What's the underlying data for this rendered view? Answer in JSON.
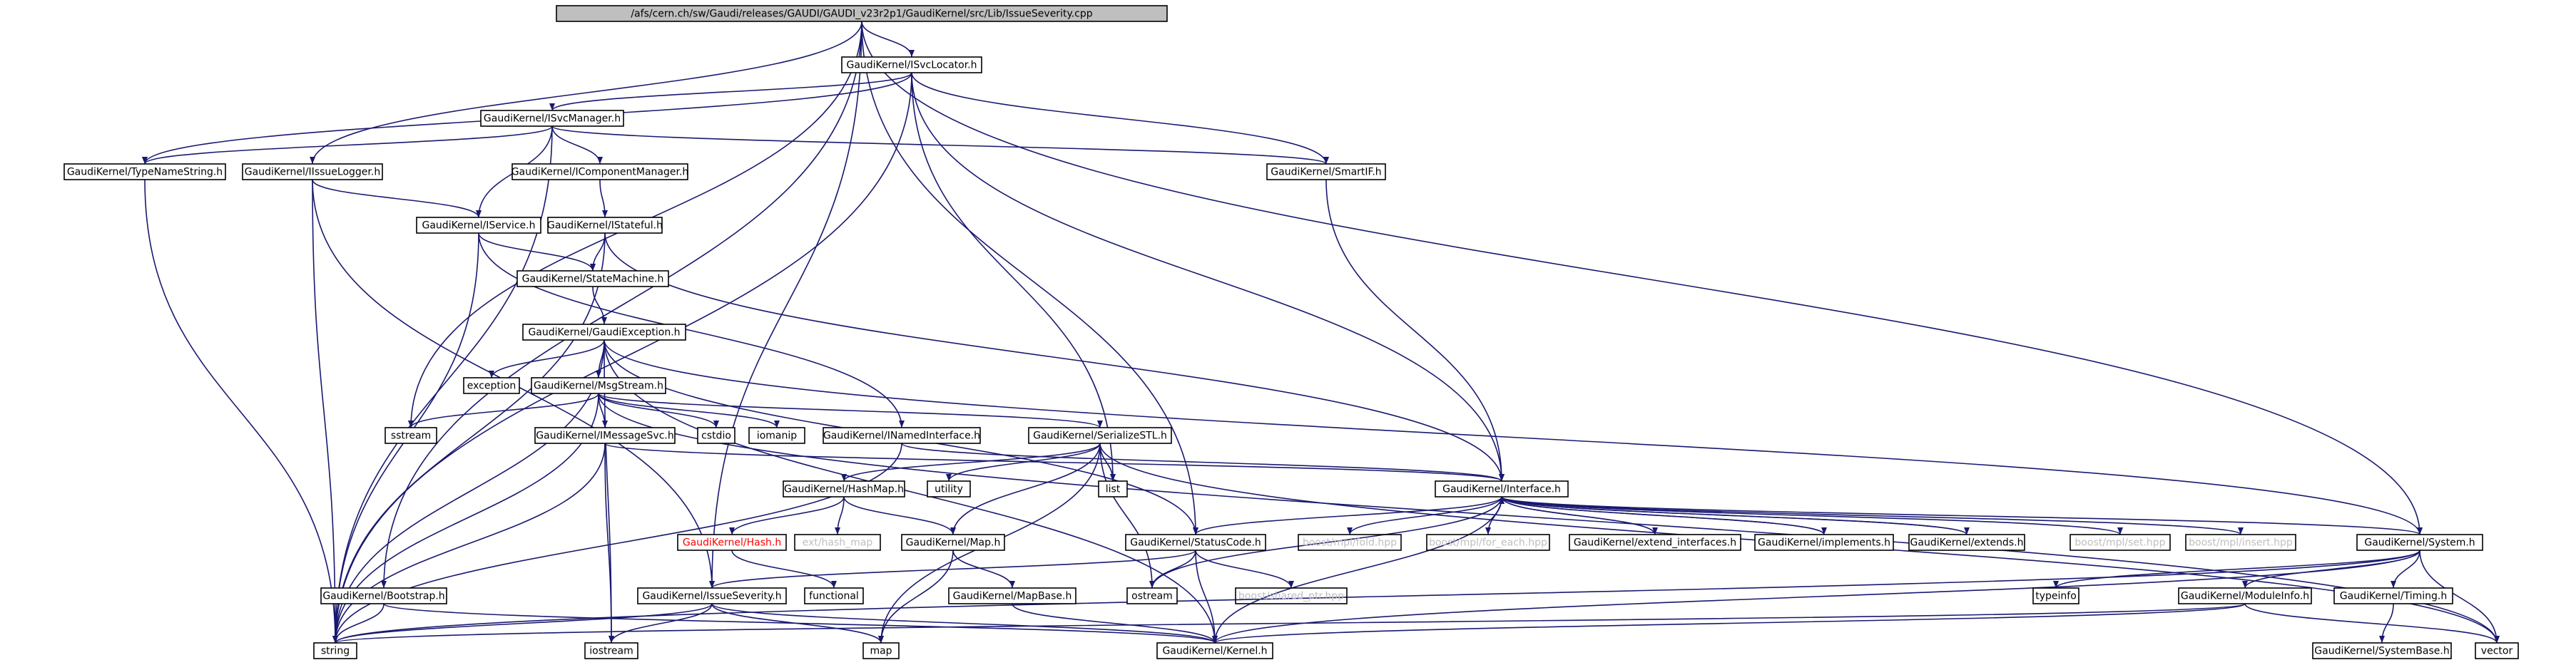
{
  "colors": {
    "edge": "#191970",
    "root_fill": "#bfbfbf",
    "node_fill": "#ffffff",
    "node_border": "#000000",
    "text": "#000000",
    "missing_text": "#bfbfbf",
    "undocumented_text": "#ff0000"
  },
  "nodes": [
    {
      "id": "root",
      "label": "/afs/cern.ch/sw/Gaudi/releases/GAUDI/GAUDI_v23r2p1/GaudiKernel/src/Lib/IssueSeverity.cpp",
      "style": "root"
    },
    {
      "id": "isvclocator",
      "label": "GaudiKernel/ISvcLocator.h",
      "style": "box"
    },
    {
      "id": "isvcmanager",
      "label": "GaudiKernel/ISvcManager.h",
      "style": "box"
    },
    {
      "id": "typenamestring",
      "label": "GaudiKernel/TypeNameString.h",
      "style": "box"
    },
    {
      "id": "iissuelogger",
      "label": "GaudiKernel/IIssueLogger.h",
      "style": "box"
    },
    {
      "id": "icomponentmanager",
      "label": "GaudiKernel/IComponentManager.h",
      "style": "box"
    },
    {
      "id": "smartif",
      "label": "GaudiKernel/SmartIF.h",
      "style": "box"
    },
    {
      "id": "iservice",
      "label": "GaudiKernel/IService.h",
      "style": "box"
    },
    {
      "id": "istateful",
      "label": "GaudiKernel/IStateful.h",
      "style": "box"
    },
    {
      "id": "statemachine",
      "label": "GaudiKernel/StateMachine.h",
      "style": "box"
    },
    {
      "id": "gaudiexception",
      "label": "GaudiKernel/GaudiException.h",
      "style": "box"
    },
    {
      "id": "exception",
      "label": "exception",
      "style": "box"
    },
    {
      "id": "msgstream",
      "label": "GaudiKernel/MsgStream.h",
      "style": "box"
    },
    {
      "id": "sstream",
      "label": "sstream",
      "style": "box"
    },
    {
      "id": "imessagesvc",
      "label": "GaudiKernel/IMessageSvc.h",
      "style": "box"
    },
    {
      "id": "cstdio",
      "label": "cstdio",
      "style": "box"
    },
    {
      "id": "iomanip",
      "label": "iomanip",
      "style": "box"
    },
    {
      "id": "inamedinterface",
      "label": "GaudiKernel/INamedInterface.h",
      "style": "box"
    },
    {
      "id": "serializestl",
      "label": "GaudiKernel/SerializeSTL.h",
      "style": "box"
    },
    {
      "id": "hashmap",
      "label": "GaudiKernel/HashMap.h",
      "style": "box"
    },
    {
      "id": "utility",
      "label": "utility",
      "style": "box"
    },
    {
      "id": "list",
      "label": "list",
      "style": "box"
    },
    {
      "id": "interface",
      "label": "GaudiKernel/Interface.h",
      "style": "box"
    },
    {
      "id": "hash",
      "label": "GaudiKernel/Hash.h",
      "style": "undocumented"
    },
    {
      "id": "exthashmap",
      "label": "ext/hash_map",
      "style": "missing"
    },
    {
      "id": "map_h",
      "label": "GaudiKernel/Map.h",
      "style": "box"
    },
    {
      "id": "statuscode",
      "label": "GaudiKernel/StatusCode.h",
      "style": "box"
    },
    {
      "id": "mplfold",
      "label": "boost/mpl/fold.hpp",
      "style": "missing"
    },
    {
      "id": "mplforeach",
      "label": "boost/mpl/for_each.hpp",
      "style": "missing"
    },
    {
      "id": "extendinterfaces",
      "label": "GaudiKernel/extend_interfaces.h",
      "style": "box"
    },
    {
      "id": "implements",
      "label": "GaudiKernel/implements.h",
      "style": "box"
    },
    {
      "id": "extends",
      "label": "GaudiKernel/extends.h",
      "style": "box"
    },
    {
      "id": "mplset",
      "label": "boost/mpl/set.hpp",
      "style": "missing"
    },
    {
      "id": "mplinsert",
      "label": "boost/mpl/insert.hpp",
      "style": "missing"
    },
    {
      "id": "system",
      "label": "GaudiKernel/System.h",
      "style": "box"
    },
    {
      "id": "issueseverity",
      "label": "GaudiKernel/IssueSeverity.h",
      "style": "box"
    },
    {
      "id": "functional",
      "label": "functional",
      "style": "box"
    },
    {
      "id": "mapbase",
      "label": "GaudiKernel/MapBase.h",
      "style": "box"
    },
    {
      "id": "ostream",
      "label": "ostream",
      "style": "box"
    },
    {
      "id": "sharedptr",
      "label": "boost/shared_ptr.hpp",
      "style": "missing"
    },
    {
      "id": "typeinfo",
      "label": "typeinfo",
      "style": "box"
    },
    {
      "id": "moduleinfo",
      "label": "GaudiKernel/ModuleInfo.h",
      "style": "box"
    },
    {
      "id": "timing",
      "label": "GaudiKernel/Timing.h",
      "style": "box"
    },
    {
      "id": "bootstrap",
      "label": "GaudiKernel/Bootstrap.h",
      "style": "box"
    },
    {
      "id": "string",
      "label": "string",
      "style": "box"
    },
    {
      "id": "iostream",
      "label": "iostream",
      "style": "box"
    },
    {
      "id": "map",
      "label": "map",
      "style": "box"
    },
    {
      "id": "kernel",
      "label": "GaudiKernel/Kernel.h",
      "style": "box"
    },
    {
      "id": "systembase",
      "label": "GaudiKernel/SystemBase.h",
      "style": "box"
    },
    {
      "id": "vector",
      "label": "vector",
      "style": "box"
    }
  ],
  "edges": [
    [
      "root",
      "isvclocator"
    ],
    [
      "root",
      "iissuelogger"
    ],
    [
      "root",
      "sstream"
    ],
    [
      "root",
      "system"
    ],
    [
      "root",
      "bootstrap"
    ],
    [
      "root",
      "issueseverity"
    ],
    [
      "root",
      "statuscode"
    ],
    [
      "isvclocator",
      "isvcmanager"
    ],
    [
      "isvclocator",
      "typenamestring"
    ],
    [
      "isvclocator",
      "smartif"
    ],
    [
      "isvclocator",
      "string"
    ],
    [
      "isvclocator",
      "list"
    ],
    [
      "isvclocator",
      "interface"
    ],
    [
      "isvcmanager",
      "typenamestring"
    ],
    [
      "isvcmanager",
      "icomponentmanager"
    ],
    [
      "isvcmanager",
      "smartif"
    ],
    [
      "isvcmanager",
      "iservice"
    ],
    [
      "isvcmanager",
      "string"
    ],
    [
      "typenamestring",
      "string"
    ],
    [
      "iissuelogger",
      "iservice"
    ],
    [
      "iissuelogger",
      "issueseverity"
    ],
    [
      "iissuelogger",
      "string"
    ],
    [
      "icomponentmanager",
      "istateful"
    ],
    [
      "smartif",
      "interface"
    ],
    [
      "iservice",
      "statemachine"
    ],
    [
      "iservice",
      "inamedinterface"
    ],
    [
      "iservice",
      "string"
    ],
    [
      "istateful",
      "statemachine"
    ],
    [
      "istateful",
      "interface"
    ],
    [
      "istateful",
      "string"
    ],
    [
      "statemachine",
      "gaudiexception"
    ],
    [
      "gaudiexception",
      "exception"
    ],
    [
      "gaudiexception",
      "msgstream"
    ],
    [
      "gaudiexception",
      "statuscode"
    ],
    [
      "gaudiexception",
      "system"
    ],
    [
      "gaudiexception",
      "string"
    ],
    [
      "gaudiexception",
      "iostream"
    ],
    [
      "gaudiexception",
      "kernel"
    ],
    [
      "msgstream",
      "sstream"
    ],
    [
      "msgstream",
      "imessagesvc"
    ],
    [
      "msgstream",
      "cstdio"
    ],
    [
      "msgstream",
      "iomanip"
    ],
    [
      "msgstream",
      "serializestl"
    ],
    [
      "msgstream",
      "string"
    ],
    [
      "msgstream",
      "vector"
    ],
    [
      "imessagesvc",
      "interface"
    ],
    [
      "imessagesvc",
      "string"
    ],
    [
      "imessagesvc",
      "iostream"
    ],
    [
      "inamedinterface",
      "interface"
    ],
    [
      "inamedinterface",
      "string"
    ],
    [
      "serializestl",
      "hashmap"
    ],
    [
      "serializestl",
      "utility"
    ],
    [
      "serializestl",
      "list"
    ],
    [
      "serializestl",
      "map_h"
    ],
    [
      "serializestl",
      "ostream"
    ],
    [
      "serializestl",
      "map"
    ],
    [
      "serializestl",
      "vector"
    ],
    [
      "hashmap",
      "hash"
    ],
    [
      "hashmap",
      "exthashmap"
    ],
    [
      "hashmap",
      "map_h"
    ],
    [
      "hash",
      "functional"
    ],
    [
      "map_h",
      "mapbase"
    ],
    [
      "map_h",
      "map"
    ],
    [
      "mapbase",
      "kernel"
    ],
    [
      "interface",
      "statuscode"
    ],
    [
      "interface",
      "mplfold"
    ],
    [
      "interface",
      "mplforeach"
    ],
    [
      "interface",
      "extendinterfaces"
    ],
    [
      "interface",
      "implements"
    ],
    [
      "interface",
      "extends"
    ],
    [
      "interface",
      "mplset"
    ],
    [
      "interface",
      "mplinsert"
    ],
    [
      "interface",
      "system"
    ],
    [
      "interface",
      "ostream"
    ],
    [
      "interface",
      "kernel"
    ],
    [
      "extendinterfaces",
      "interface"
    ],
    [
      "implements",
      "interface"
    ],
    [
      "extends",
      "interface"
    ],
    [
      "statuscode",
      "issueseverity"
    ],
    [
      "statuscode",
      "ostream"
    ],
    [
      "statuscode",
      "sharedptr"
    ],
    [
      "statuscode",
      "kernel"
    ],
    [
      "issueseverity",
      "string"
    ],
    [
      "issueseverity",
      "iostream"
    ],
    [
      "issueseverity",
      "map"
    ],
    [
      "issueseverity",
      "kernel"
    ],
    [
      "system",
      "typeinfo"
    ],
    [
      "system",
      "moduleinfo"
    ],
    [
      "system",
      "timing"
    ],
    [
      "system",
      "kernel"
    ],
    [
      "system",
      "string"
    ],
    [
      "system",
      "vector"
    ],
    [
      "moduleinfo",
      "kernel"
    ],
    [
      "moduleinfo",
      "string"
    ],
    [
      "moduleinfo",
      "vector"
    ],
    [
      "timing",
      "systembase"
    ],
    [
      "bootstrap",
      "string"
    ],
    [
      "bootstrap",
      "kernel"
    ]
  ]
}
